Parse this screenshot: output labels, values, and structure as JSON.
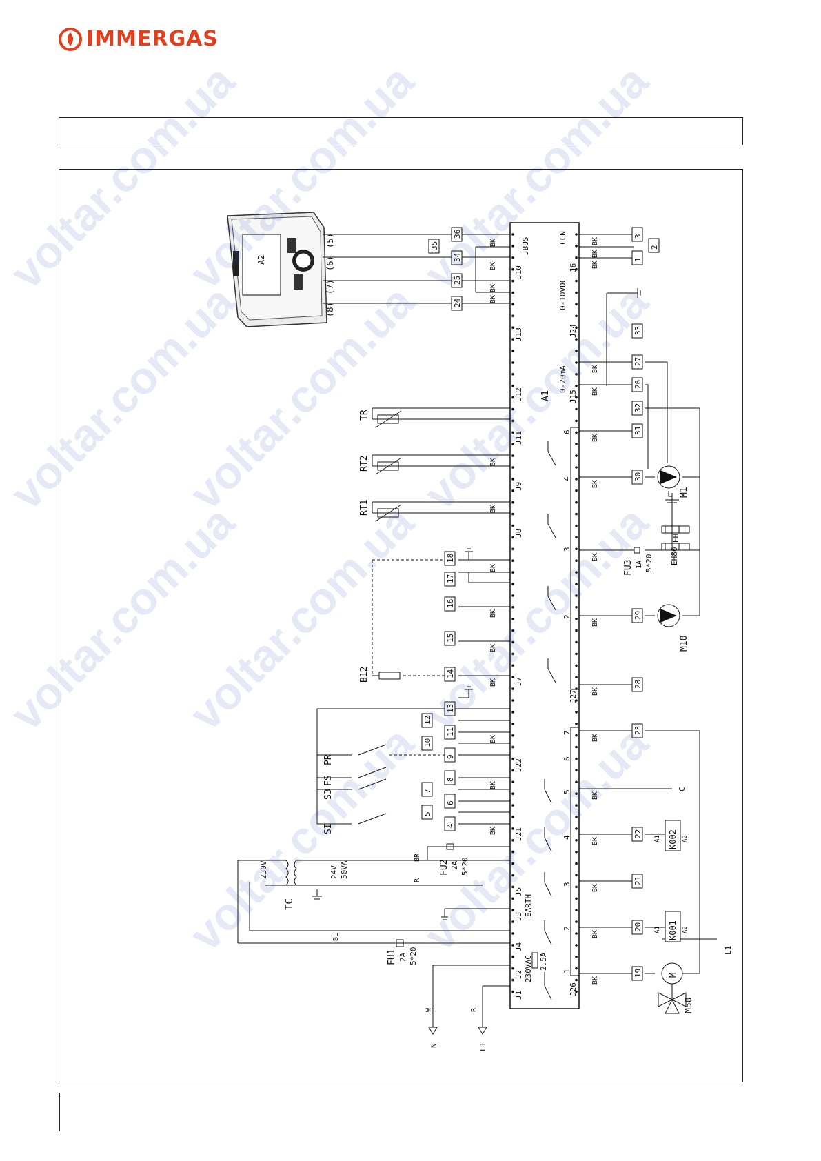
{
  "brand": {
    "name": "IMMERGAS",
    "color": "#e0401f"
  },
  "watermark": "voltar.com.ua",
  "controller": {
    "label": "A2",
    "ports": [
      "(5)",
      "(6)",
      "(7)",
      "(8)"
    ]
  },
  "board": {
    "label": "A1",
    "connectors_left": [
      "J1",
      "J2",
      "J3",
      "J4",
      "J5",
      "J21",
      "J22",
      "J7",
      "J8",
      "J9",
      "J11",
      "J12",
      "J13",
      "J10"
    ],
    "connectors_right": [
      "J26",
      "J27",
      "J15",
      "J24",
      "J6"
    ],
    "jbus": "JBUS",
    "ccn": "CCN",
    "signal_0_10": "0-10VDC",
    "signal_0_20": "0-20mA",
    "earth": "EARTH",
    "vac": "230VAC",
    "fuse_internal": "2.5A"
  },
  "top_terminals": {
    "left": [
      "36",
      "35",
      "34",
      "25",
      "24"
    ],
    "right": [
      "3",
      "2",
      "1"
    ]
  },
  "wire_color": "BK",
  "sensors": [
    "TR",
    "RT2",
    "RT1",
    "B12"
  ],
  "switches": [
    "PR",
    "S3",
    "FS",
    "SI"
  ],
  "left_terminals": [
    "18",
    "17",
    "16",
    "15",
    "14",
    "13",
    "12",
    "11",
    "10",
    "9",
    "8",
    "7",
    "6",
    "5",
    "4"
  ],
  "transformer": {
    "primary": "230V",
    "secondary": "24V",
    "rating": "50VA",
    "label": "TC"
  },
  "fuses": [
    {
      "label": "FU1",
      "rating": "2A",
      "size": "5*20"
    },
    {
      "label": "FU2",
      "rating": "2A",
      "size": "5*20"
    },
    {
      "label": "FU3",
      "rating": "1A",
      "size": "5*20"
    }
  ],
  "wire_codes": {
    "blue": "BL",
    "red": "R",
    "brown": "BR",
    "white": "W"
  },
  "supply": {
    "neutral": "N",
    "line": "L1"
  },
  "right_terminals": [
    "33",
    "27",
    "26",
    "32",
    "31",
    "30",
    "29",
    "28",
    "23",
    "22",
    "21",
    "20",
    "19"
  ],
  "loads": {
    "pump1": "M1",
    "pump2": "M10",
    "valve_motor": "M50",
    "motor_symbol": "M",
    "heater1": "EH",
    "heater2": "EH80",
    "contactor1": "K002",
    "contactor2": "K001",
    "contactor_pins": [
      "A1",
      "A2"
    ],
    "out_c": "C",
    "out_l1": "L1"
  },
  "relay_pins": [
    "1",
    "2",
    "3",
    "4",
    "5",
    "6",
    "7"
  ],
  "relay_pins_upper": [
    "6",
    "4",
    "3",
    "2"
  ]
}
